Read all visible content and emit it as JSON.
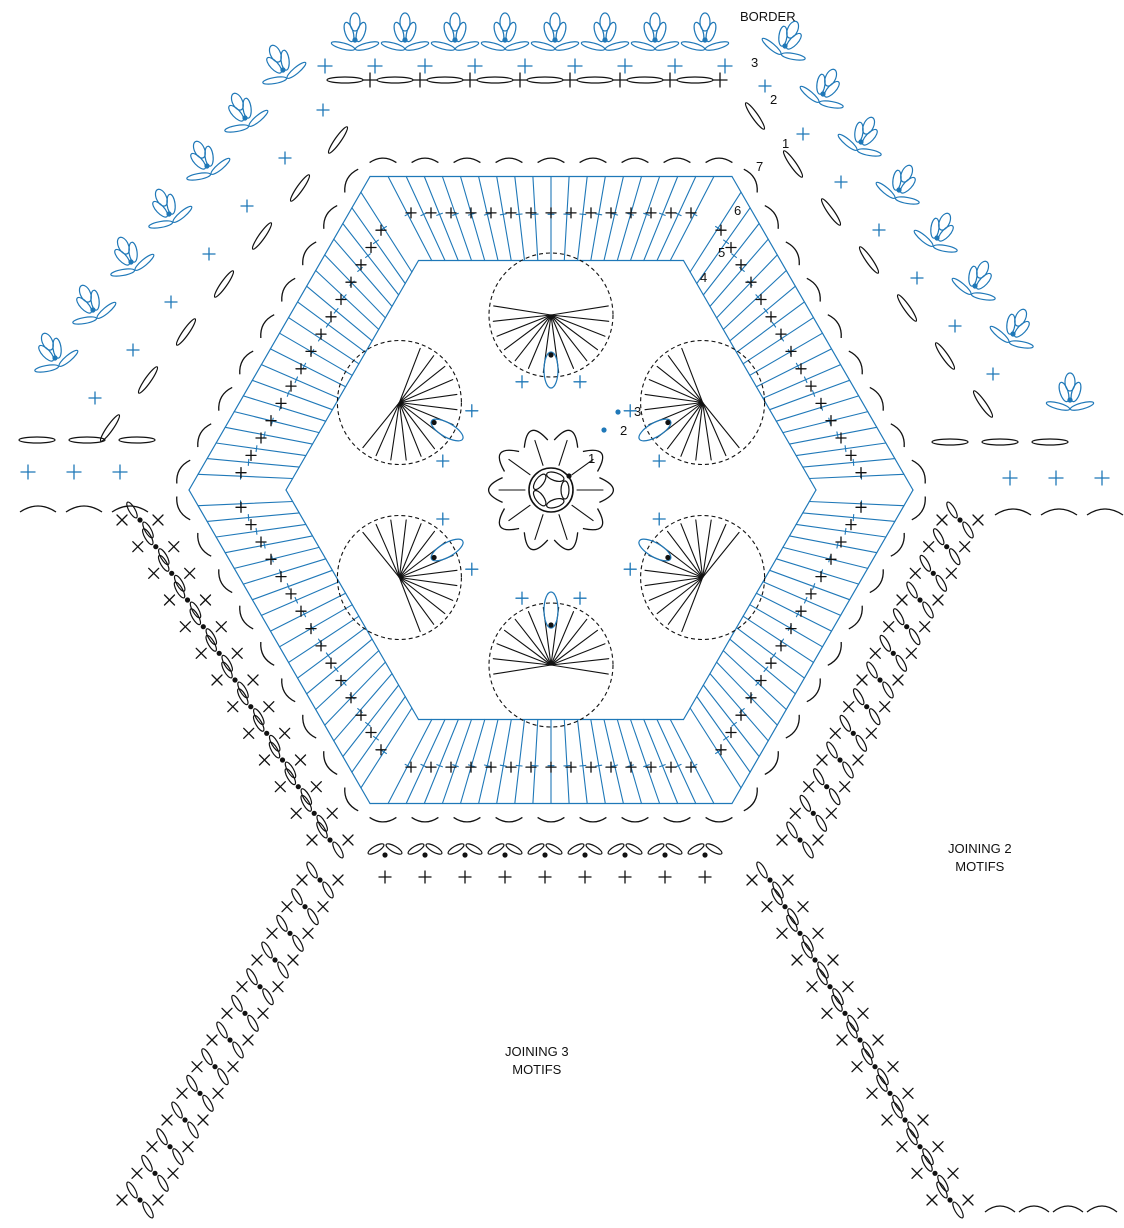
{
  "labels": {
    "border": "BORDER",
    "joining2": [
      "JOINING 2",
      "MOTIFS"
    ],
    "joining3": [
      "JOINING 3",
      "MOTIFS"
    ]
  },
  "round_numbers": {
    "center": [
      "1",
      "2",
      "3"
    ],
    "motif": [
      "4",
      "5",
      "6",
      "7"
    ],
    "border": [
      "1",
      "2",
      "3"
    ]
  },
  "colors": {
    "ink": "#111111",
    "blue": "#1f78b8",
    "background": "#ffffff"
  },
  "icons": [
    "slip-stitch-dot",
    "single-crochet-cross",
    "double-crochet-bar",
    "chain-oval"
  ]
}
